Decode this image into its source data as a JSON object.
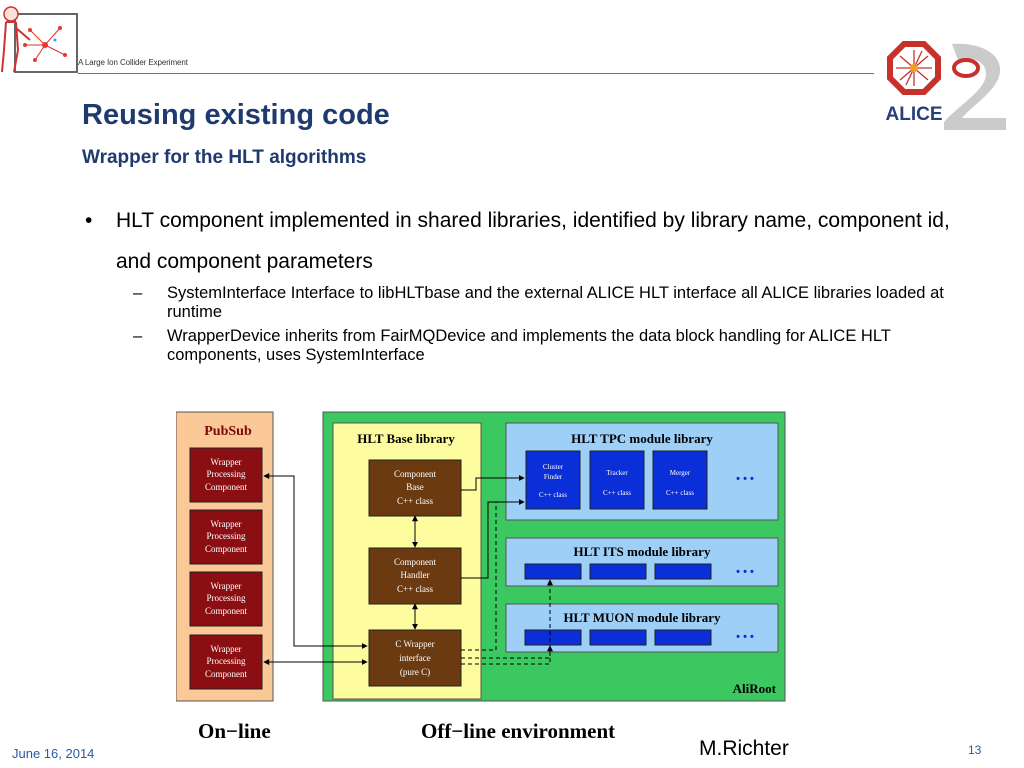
{
  "header": {
    "tagline": "A Large Ion Collider Experiment",
    "logo_text": "ALICE",
    "logo_icon": "alice-o2-logo",
    "mascot_icon": "presenter-mascot-icon"
  },
  "slide": {
    "title": "Reusing existing code",
    "subtitle": "Wrapper for the HLT algorithms"
  },
  "bullets": [
    {
      "text": "HLT component implemented in shared libraries, identified by library name, component id, and component parameters",
      "sub": [
        "SystemInterface Interface to libHLTbase and the external ALICE HLT interface all ALICE libraries loaded at runtime",
        "WrapperDevice inherits from FairMQDevice and implements the data block handling for ALICE HLT components, uses SystemInterface"
      ]
    }
  ],
  "diagram": {
    "pubsub": {
      "title": "PubSub",
      "components": [
        [
          "Wrapper",
          "Processing",
          "Component"
        ],
        [
          "Wrapper",
          "Processing",
          "Component"
        ],
        [
          "Wrapper",
          "Processing",
          "Component"
        ],
        [
          "Wrapper",
          "Processing",
          "Component"
        ]
      ]
    },
    "base_library": {
      "title": "HLT Base library",
      "boxes": [
        [
          "Component",
          "Base",
          "C++ class"
        ],
        [
          "Component",
          "Handler",
          "C++ class"
        ],
        [
          "C Wrapper",
          "interface",
          "(pure C)"
        ]
      ]
    },
    "tpc_library": {
      "title": "HLT TPC module library",
      "boxes": [
        [
          "Cluster",
          "Finder",
          "C++ class"
        ],
        [
          "Tracker",
          "C++ class"
        ],
        [
          "Merger",
          "C++ class"
        ]
      ]
    },
    "its_library": {
      "title": "HLT ITS module library"
    },
    "muon_library": {
      "title": "HLT MUON module library"
    },
    "ellipsis": "• • •",
    "aliroot_label": "AliRoot",
    "online_label": "On−line",
    "offline_label": "Off−line environment",
    "colors": {
      "pubsub_bg": "#fbc897",
      "aliroot_bg": "#3cc860",
      "base_bg": "#fdfd9f",
      "module_bg": "#9ecff7",
      "brown_box": "#6b3a10",
      "red_box": "#8b0f12",
      "blue_box": "#0a2fd8"
    }
  },
  "footer": {
    "date": "June 16, 2014",
    "author": "M.Richter",
    "page": "13"
  }
}
